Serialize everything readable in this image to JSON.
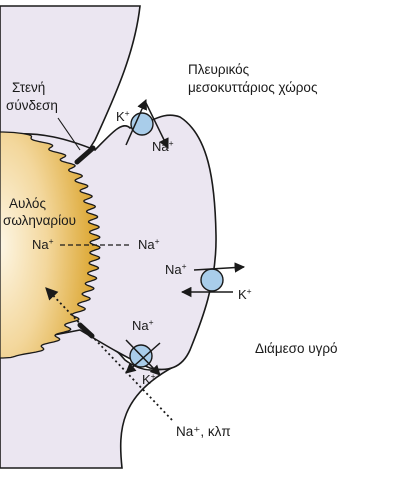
{
  "labels": {
    "tight_junction_line1": "Στενή",
    "tight_junction_line2": "σύνδεση",
    "lateral_space_line1": "Πλευρικός",
    "lateral_space_line2": "μεσοκυττάριος χώρος",
    "lumen_line1": "Αυλός",
    "lumen_line2": "σωληναρίου",
    "interstitial": "Διάμεσο υγρό",
    "paracellular": "Na⁺, κλπ"
  },
  "ions": {
    "na": "Na",
    "k": "K",
    "plus": "+"
  },
  "colors": {
    "lumen_gold": "#d79c1b",
    "cell_lavender": "#ebe6f1",
    "pump_blue": "#a9cdea",
    "outline": "#1a1a1a"
  }
}
